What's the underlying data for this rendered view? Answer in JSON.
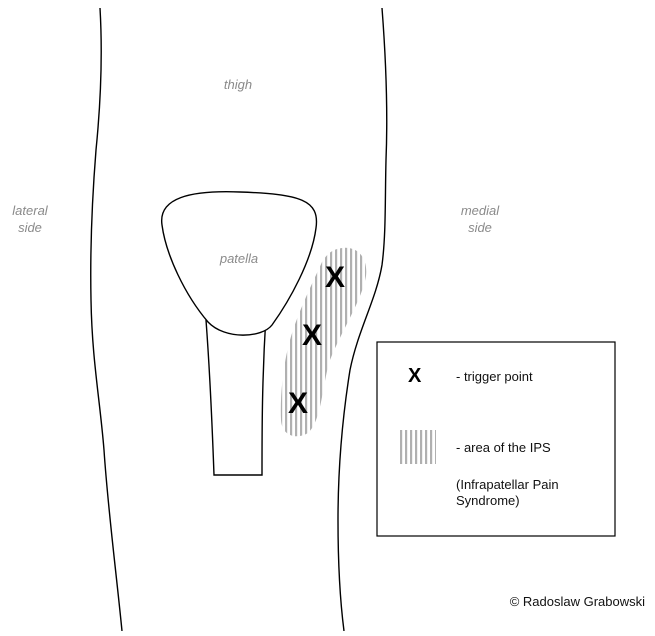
{
  "labels": {
    "thigh": "thigh",
    "lateral_line1": "lateral",
    "lateral_line2": "side",
    "medial_line1": "medial",
    "medial_line2": "side",
    "patella": "patella"
  },
  "trigger_marks": [
    "X",
    "X",
    "X"
  ],
  "legend": {
    "trigger_symbol": "X",
    "trigger_text": "- trigger point",
    "area_text": "- area of the IPS",
    "note_line1": "(Infrapatellar Pain",
    "note_line2": "Syndrome)"
  },
  "copyright": "© Radoslaw Grabowski",
  "colors": {
    "outline": "#000000",
    "label_gray": "#8a8a8a",
    "hatch_gray": "#b0b0b0"
  }
}
